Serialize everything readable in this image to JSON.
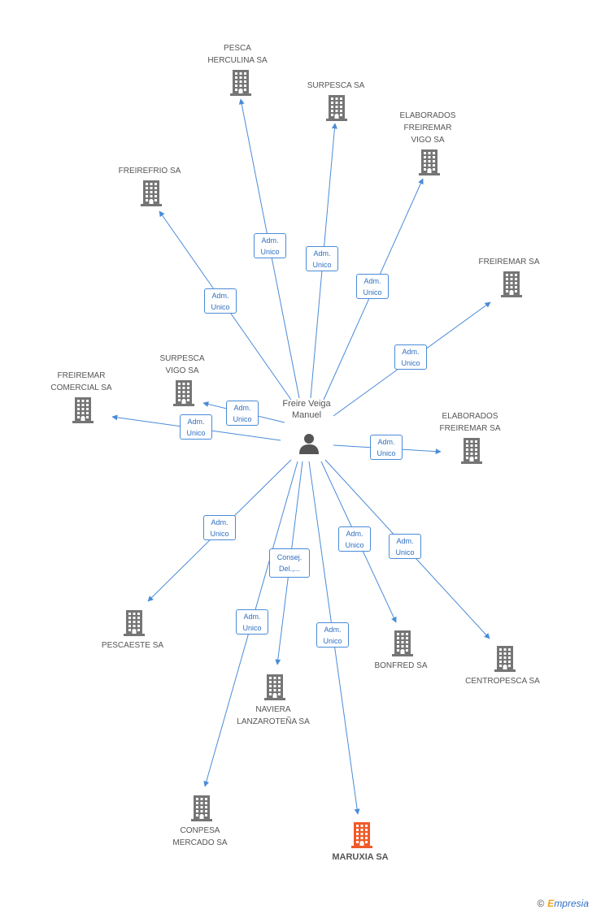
{
  "colors": {
    "edge": "#4a8bd8",
    "company": "#757575",
    "highlight": "#f05a28",
    "person": "#555555"
  },
  "person": {
    "name": "Freire Veiga\nManuel",
    "icon": "person-icon"
  },
  "companies": [
    {
      "id": "pesca-herculina",
      "name": "PESCA\nHERCULINA SA",
      "role": "Adm.\nUnico"
    },
    {
      "id": "surpesca",
      "name": "SURPESCA SA",
      "role": "Adm.\nUnico"
    },
    {
      "id": "elaborados-freiremar-vigo",
      "name": "ELABORADOS\nFREIREMAR\nVIGO SA",
      "role": "Adm.\nUnico"
    },
    {
      "id": "freirefrio",
      "name": "FREIREFRIO SA",
      "role": "Adm.\nUnico"
    },
    {
      "id": "freiremar",
      "name": "FREIREMAR SA",
      "role": "Adm.\nUnico"
    },
    {
      "id": "surpesca-vigo",
      "name": "SURPESCA\nVIGO SA",
      "role": "Adm.\nUnico"
    },
    {
      "id": "freiremar-comercial",
      "name": "FREIREMAR\nCOMERCIAL SA",
      "role": "Adm.\nUnico"
    },
    {
      "id": "elaborados-freiremar",
      "name": "ELABORADOS\nFREIREMAR SA",
      "role": "Adm.\nUnico"
    },
    {
      "id": "pescaeste",
      "name": "PESCAESTE SA",
      "role": "Adm.\nUnico"
    },
    {
      "id": "bonfred",
      "name": "BONFRED SA",
      "role": "Adm.\nUnico"
    },
    {
      "id": "centropesca",
      "name": "CENTROPESCA SA",
      "role": "Adm.\nUnico"
    },
    {
      "id": "naviera-lanzaroteña",
      "name": "NAVIERA\nLANZAROTEÑA SA",
      "role": "Consej.\nDel.,..."
    },
    {
      "id": "conpesa-mercado",
      "name": "CONPESA\nMERCADO SA",
      "role": "Adm.\nUnico"
    },
    {
      "id": "maruxia",
      "name": "MARUXIA SA",
      "role": "Adm.\nUnico",
      "highlight": true
    }
  ],
  "brand": {
    "copyright": "©",
    "name": "Empresia",
    "initial": "E",
    "rest": "mpresia"
  }
}
